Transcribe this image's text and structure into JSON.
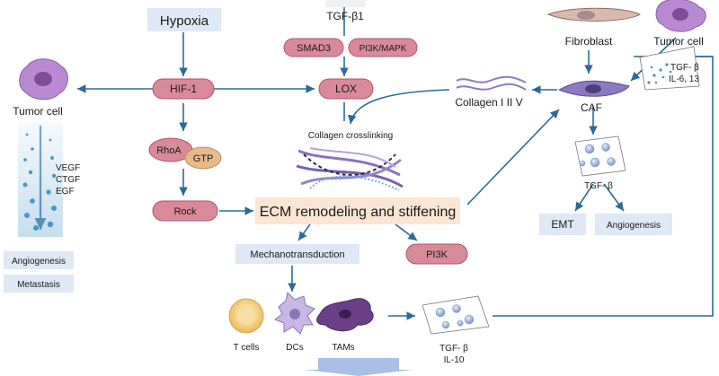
{
  "nodes": {
    "hypoxia": "Hypoxia",
    "tgfb1": "TGF-β1",
    "smad3": "SMAD3",
    "pi3k_mapk": "PI3K/MAPK",
    "hif1": "HIF-1",
    "lox": "LOX",
    "collagen_crosslinking": "Collagen crosslinking",
    "tumor_cell_left": "Tumor cell",
    "tumor_cell_right": "Tumor cell",
    "fibroblast": "Fibroblast",
    "caf": "CAF",
    "collagen": "Collagen I II V",
    "tgfb_il_line1": "TGF- β",
    "tgfb_il_line2": "IL-6, 13",
    "vegf": "VEGF",
    "ctgf": "CTGF",
    "egf": "EGF",
    "rhoa": "RhoA",
    "gtp": "GTP",
    "rock": "Rock",
    "ecm": "ECM remodeling and stiffening",
    "mechanotransduction": "Mechanotransduction",
    "pi3k": "PI3K",
    "tgfb_caf": "TGF- β",
    "emt": "EMT",
    "angiogenesis_right": "Angiogenesis",
    "angiogenesis_left": "Angiogenesis",
    "metastasis": "Metastasis",
    "tcells": "T cells",
    "dcs": "DCs",
    "tams": "TAMs",
    "tgfb_immune": "TGF- β",
    "il10": "IL-10"
  },
  "colors": {
    "arrow": "#2d6a96",
    "label_box": "#dfe8f5",
    "ecm_box": "#fde5d3",
    "pill": "#d98a9a",
    "pill_stroke": "#b0556a",
    "caf_cell": "#8d78c2",
    "tumor_cell": "#b98ad2"
  }
}
